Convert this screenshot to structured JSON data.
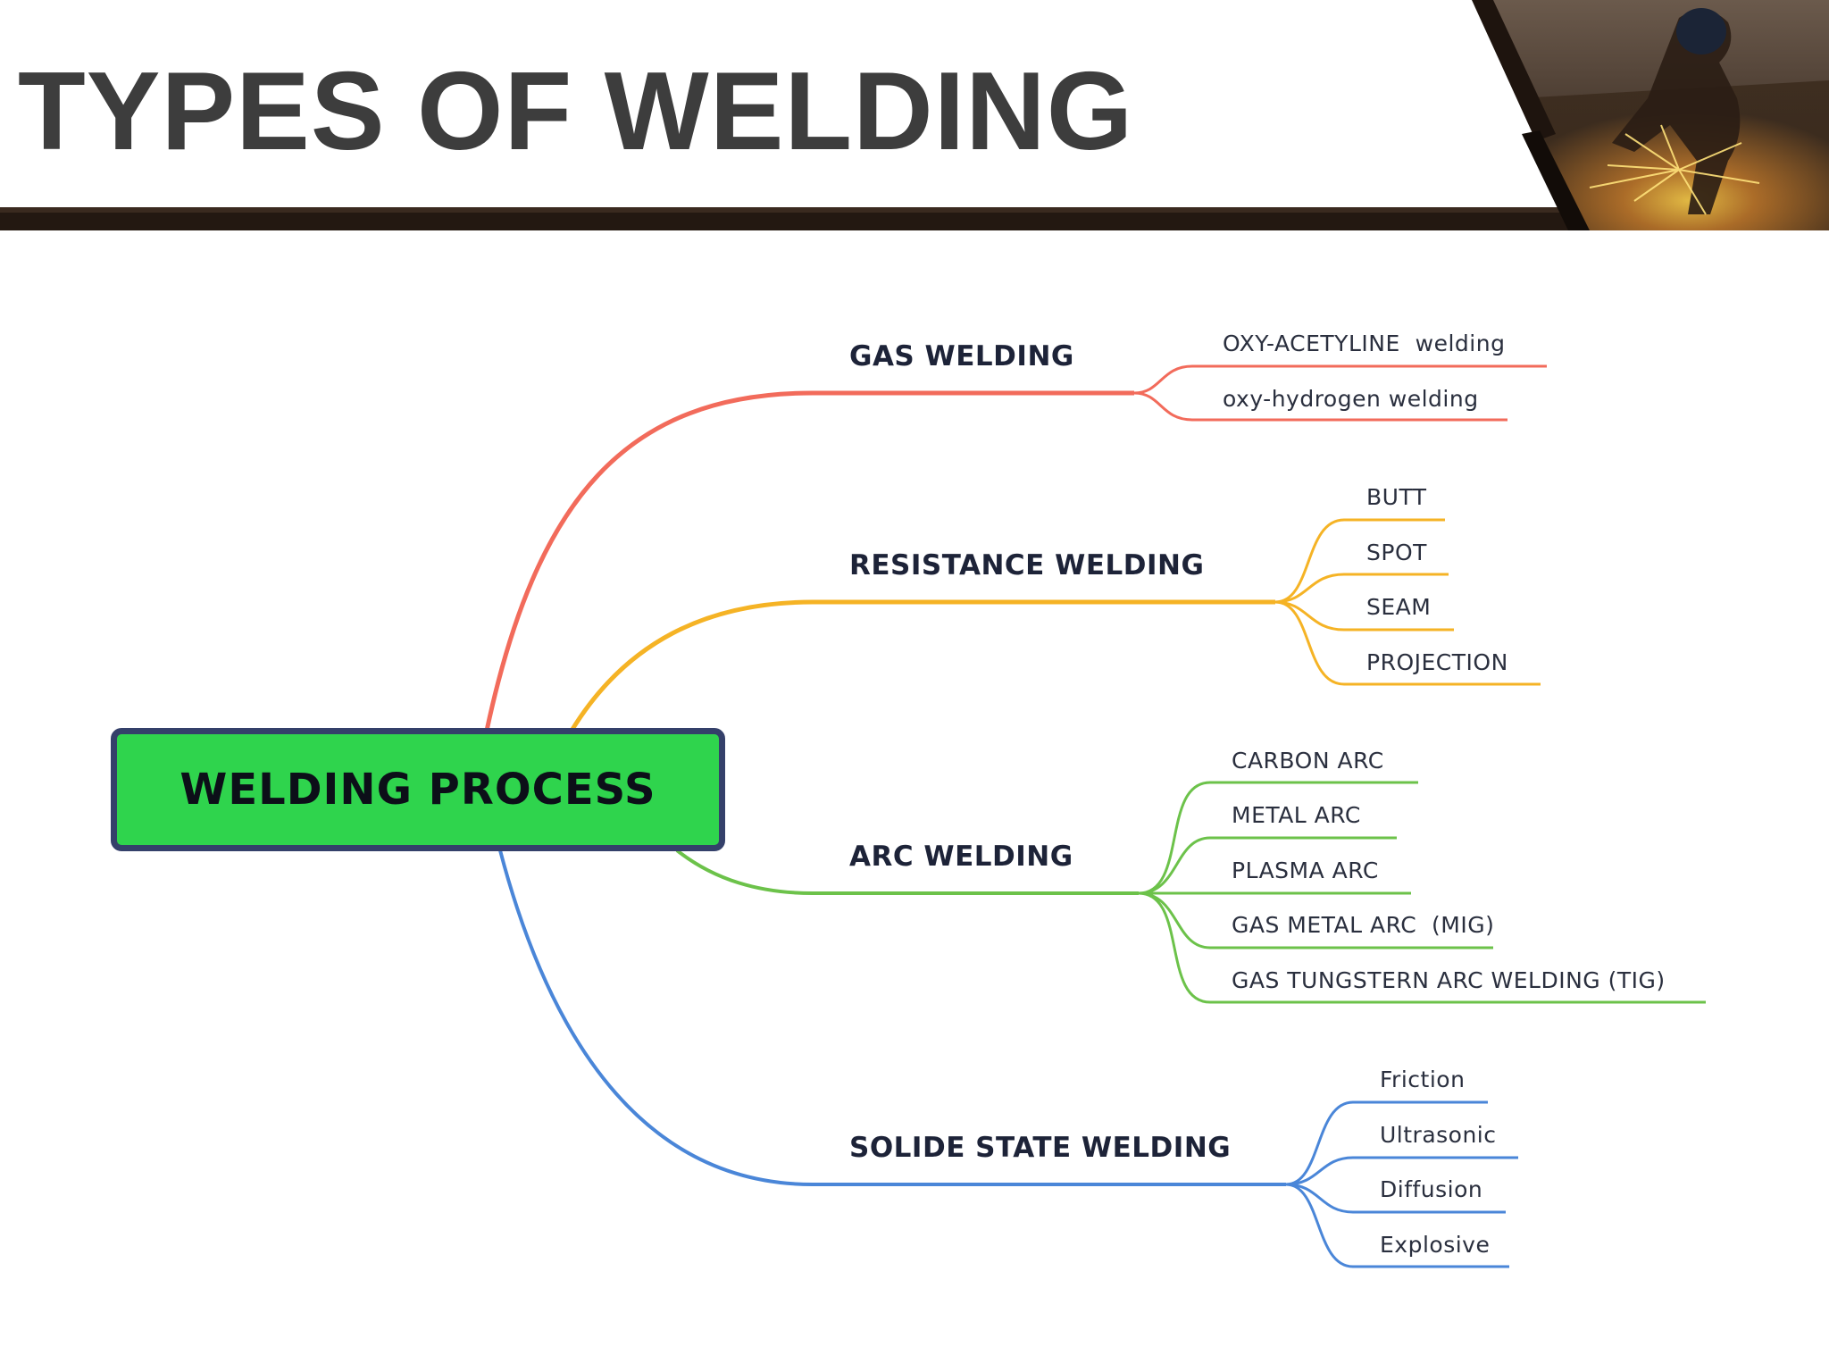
{
  "title": "TYPES OF WELDING",
  "root": {
    "label": "WELDING PROCESS",
    "color": "#2fd44d",
    "border_color": "#34406a"
  },
  "header_image": {
    "icon": "welder-sparks-photo"
  },
  "branches": [
    {
      "label": "GAS WELDING",
      "color": "#f26b5b",
      "children": [
        "OXY-ACETYLINE  welding",
        "oxy-hydrogen welding"
      ]
    },
    {
      "label": "RESISTANCE WELDING",
      "color": "#f5b325",
      "children": [
        "BUTT",
        "SPOT",
        "SEAM",
        "PROJECTION"
      ]
    },
    {
      "label": "ARC WELDING",
      "color": "#6cc24a",
      "children": [
        "CARBON ARC",
        "METAL ARC",
        "PLASMA ARC",
        "GAS METAL ARC  (MIG)",
        "GAS TUNGSTERN ARC WELDING (TIG)"
      ]
    },
    {
      "label": "SOLIDE STATE WELDING",
      "color": "#4a86d8",
      "children": [
        "Friction",
        "Ultrasonic",
        "Diffusion",
        "Explosive"
      ]
    }
  ]
}
